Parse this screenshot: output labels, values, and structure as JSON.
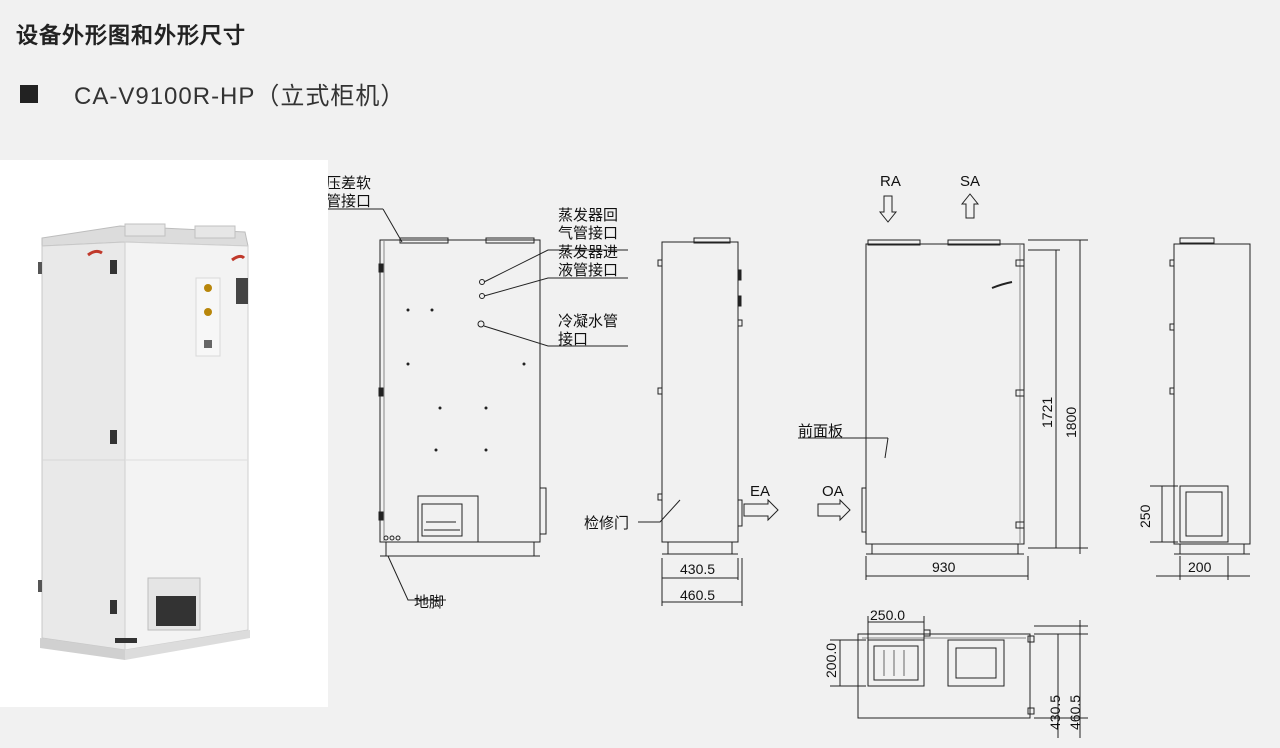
{
  "header": {
    "title": "设备外形图和外形尺寸",
    "model": "CA-V9100R-HP（立式柜机）"
  },
  "callouts": {
    "pressure_hose": [
      "压差软",
      "管接口"
    ],
    "evap_return": [
      "蒸发器回",
      "气管接口"
    ],
    "evap_inlet": [
      "蒸发器进",
      "液管接口"
    ],
    "condensate": [
      "冷凝水管",
      "接口"
    ],
    "feet": "地脚",
    "access_door": "检修门",
    "front_panel": "前面板"
  },
  "airflow": {
    "ra": "RA",
    "sa": "SA",
    "ea": "EA",
    "oa": "OA"
  },
  "dimensions": {
    "depth_inner": "430.5",
    "depth_outer": "460.5",
    "width": "930",
    "height_inner": "1721",
    "height_outer": "1800",
    "side_duct_height": "250",
    "side_duct_width": "200",
    "top_duct_width": "250.0",
    "top_duct_height": "200.0",
    "top_depth_inner": "430.5",
    "top_depth_outer": "460.5"
  }
}
